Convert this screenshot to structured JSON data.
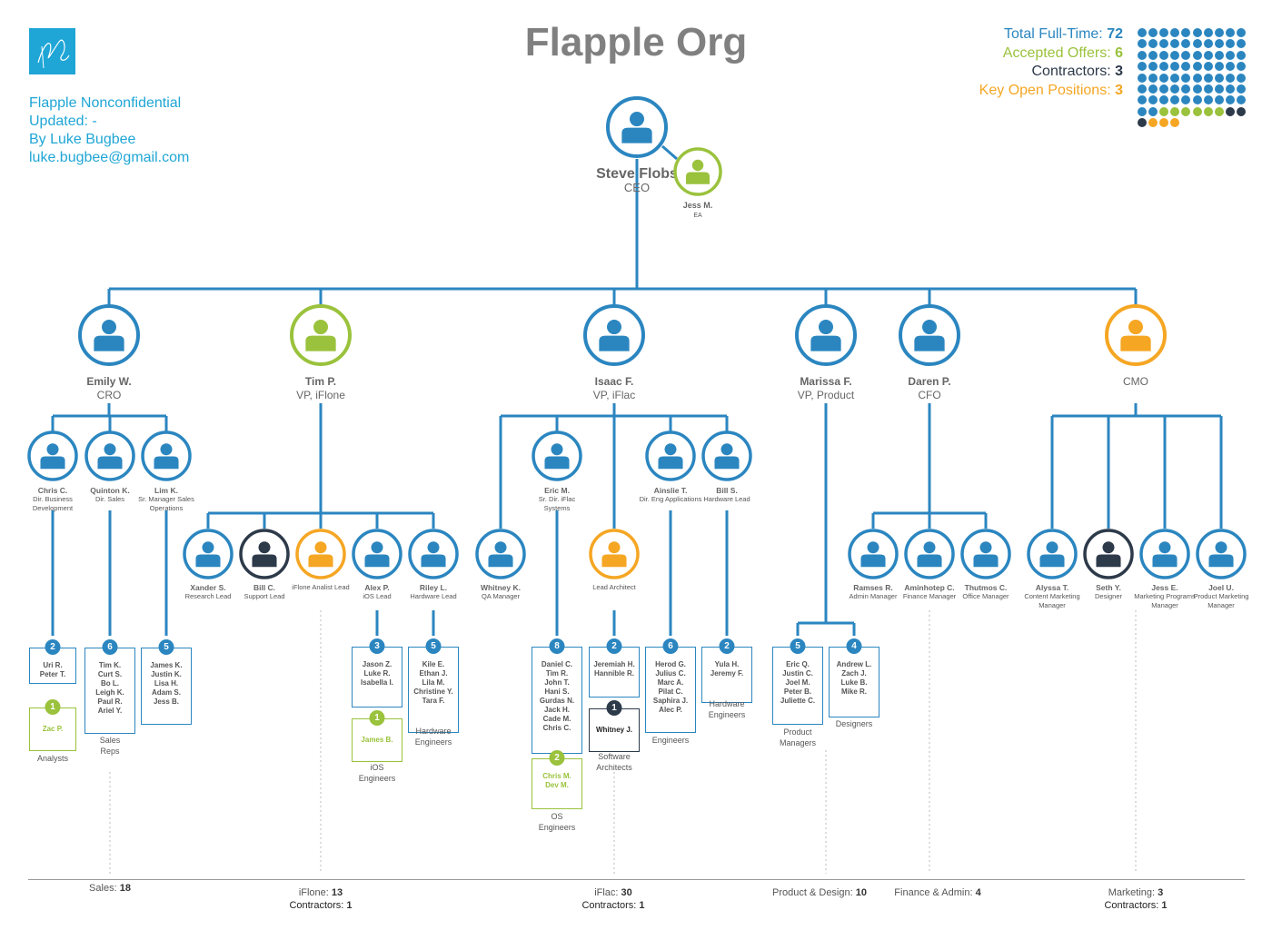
{
  "page": {
    "title": "Flapple Org"
  },
  "info": {
    "line1": "Flapple  Nonconfidential",
    "line2": "Updated: -",
    "line3": "By Luke Bugbee",
    "line4": "luke.bugbee@gmail.com"
  },
  "stats": {
    "fulltime_label": "Total Full-Time:",
    "fulltime_value": "72",
    "offers_label": "Accepted Offers:",
    "offers_value": "6",
    "contractors_label": "Contractors:",
    "contractors_value": "3",
    "open_label": "Key Open Positions:",
    "open_value": "3"
  },
  "colors": {
    "blue": "#2b86c0",
    "green": "#9ac23c",
    "dark": "#2d3a4a",
    "orange": "#f5a623",
    "text_blue": "#1fa6d6"
  },
  "people": {
    "ceo": {
      "name": "Steve Flobs",
      "role": "CEO"
    },
    "ea": {
      "name": "Jess M.",
      "role": "EA"
    },
    "emily": {
      "name": "Emily W.",
      "role": "CRO"
    },
    "tim": {
      "name": "Tim P.",
      "role": "VP, iFlone"
    },
    "isaac": {
      "name": "Isaac F.",
      "role": "VP, iFlac"
    },
    "marissa": {
      "name": "Marissa F.",
      "role": "VP, Product"
    },
    "daren": {
      "name": "Daren P.",
      "role": "CFO"
    },
    "cmo": {
      "name": "",
      "role": "CMO"
    },
    "chris": {
      "name": "Chris C.",
      "role": "Dir. Business Development"
    },
    "quinton": {
      "name": "Quinton K.",
      "role": "Dir. Sales"
    },
    "lim": {
      "name": "Lim K.",
      "role": "Sr. Manager Sales Operations"
    },
    "xander": {
      "name": "Xander S.",
      "role": "Research Lead"
    },
    "billc": {
      "name": "Bill C.",
      "role": "Support Lead"
    },
    "iflone_analist": {
      "name": "",
      "role": "iFlone Analist Lead"
    },
    "alex": {
      "name": "Alex P.",
      "role": "iOS Lead"
    },
    "riley": {
      "name": "Riley L.",
      "role": "Hardware Lead"
    },
    "whitney": {
      "name": "Whitney K.",
      "role": "QA Manager"
    },
    "eric": {
      "name": "Eric M.",
      "role": "Sr. Dir. iFlac Systems"
    },
    "lead_arch": {
      "name": "",
      "role": "Lead Architect"
    },
    "ainslie": {
      "name": "Ainslie T.",
      "role": "Dir. Eng Applications"
    },
    "bills": {
      "name": "Bill S.",
      "role": "Hardware Lead"
    },
    "ramses": {
      "name": "Ramses R.",
      "role": "Admin Manager"
    },
    "aminhotep": {
      "name": "Aminhotep C.",
      "role": "Finance Manager"
    },
    "thutmos": {
      "name": "Thutmos C.",
      "role": "Office Manager"
    },
    "alyssa": {
      "name": "Alyssa T.",
      "role": "Content Marketing Manager"
    },
    "seth": {
      "name": "Seth Y.",
      "role": "Designer"
    },
    "jesse": {
      "name": "Jess E.",
      "role": "Marketing Programs Manager"
    },
    "joel": {
      "name": "Joel U.",
      "role": "Product Marketing Manager"
    }
  },
  "teams": [
    {
      "count": "2",
      "members": "Uri R.\nPeter T."
    },
    {
      "count": "1",
      "members": "Zac P.",
      "caption": "Analysts"
    },
    {
      "count": "6",
      "members": "Tim K.\nCurt S.\nBo L.\nLeigh K.\nPaul R.\nAriel Y.",
      "caption": "Sales\nReps"
    },
    {
      "count": "5",
      "members": "James K.\nJustin K.\nLisa H.\nAdam S.\nJess B."
    },
    {
      "count": "3",
      "members": "Jason Z.\nLuke R.\nIsabella I."
    },
    {
      "count": "1",
      "members": "James B.",
      "caption": "iOS\nEngineers"
    },
    {
      "count": "5",
      "members": "Kile E.\nEthan J.\nLila M.\nChristine Y.\nTara F.",
      "caption": "Hardware\nEngineers"
    },
    {
      "count": "8",
      "members": "Daniel C.\nTim R.\nJohn T.\nHani S.\nGurdas N.\nJack H.\nCade M.\nChris C."
    },
    {
      "count": "2",
      "members": "Chris M.\nDev M.",
      "caption": "OS\nEngineers"
    },
    {
      "count": "2",
      "members": "Jeremiah H.\nHannible R."
    },
    {
      "count": "1",
      "members": "Whitney J.",
      "caption": "Software\nArchitects"
    },
    {
      "count": "6",
      "members": "Herod G.\nJulius C.\nMarc A.\nPilat C.\nSaphira J.\nAlec P.",
      "caption": "Engineers"
    },
    {
      "count": "2",
      "members": "Yula H.\nJeremy F.",
      "caption": "Hardware\nEngineers"
    },
    {
      "count": "5",
      "members": "Eric Q.\nJustin C.\nJoel M.\nPeter B.\nJuliette C.",
      "caption": "Product\nManagers"
    },
    {
      "count": "4",
      "members": "Andrew L.\nZach J.\nLuke B.\nMike R.",
      "caption": "Designers"
    }
  ],
  "footer": {
    "sales_label": "Sales:",
    "sales_value": "18",
    "iflone_label": "iFlone:",
    "iflone_value": "13",
    "iflone_contr_label": "Contractors:",
    "iflone_contr_value": "1",
    "iflac_label": "iFlac:",
    "iflac_value": "30",
    "iflac_contr_label": "Contractors:",
    "iflac_contr_value": "1",
    "product_label": "Product & Design:",
    "product_value": "10",
    "finance_label": "Finance & Admin:",
    "finance_value": "4",
    "marketing_label": "Marketing:",
    "marketing_value": "3",
    "marketing_contr_label": "Contractors:",
    "marketing_contr_value": "1"
  },
  "headcount_grid": {
    "blue": 72,
    "green": 6,
    "dark": 3,
    "orange": 3
  }
}
